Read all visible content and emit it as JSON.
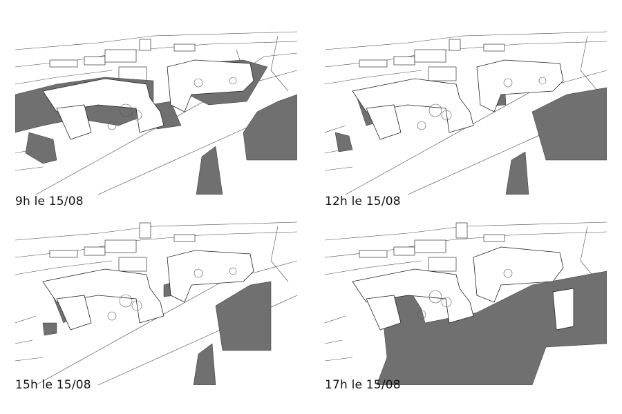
{
  "panels": [
    {
      "caption": "9h le 15/08"
    },
    {
      "caption": "12h le 15/08"
    },
    {
      "caption": "15h le 15/08"
    },
    {
      "caption": "17h le 15/08"
    }
  ],
  "colors": {
    "shadow": "#707070",
    "line": "#333333",
    "background": "#ffffff"
  }
}
